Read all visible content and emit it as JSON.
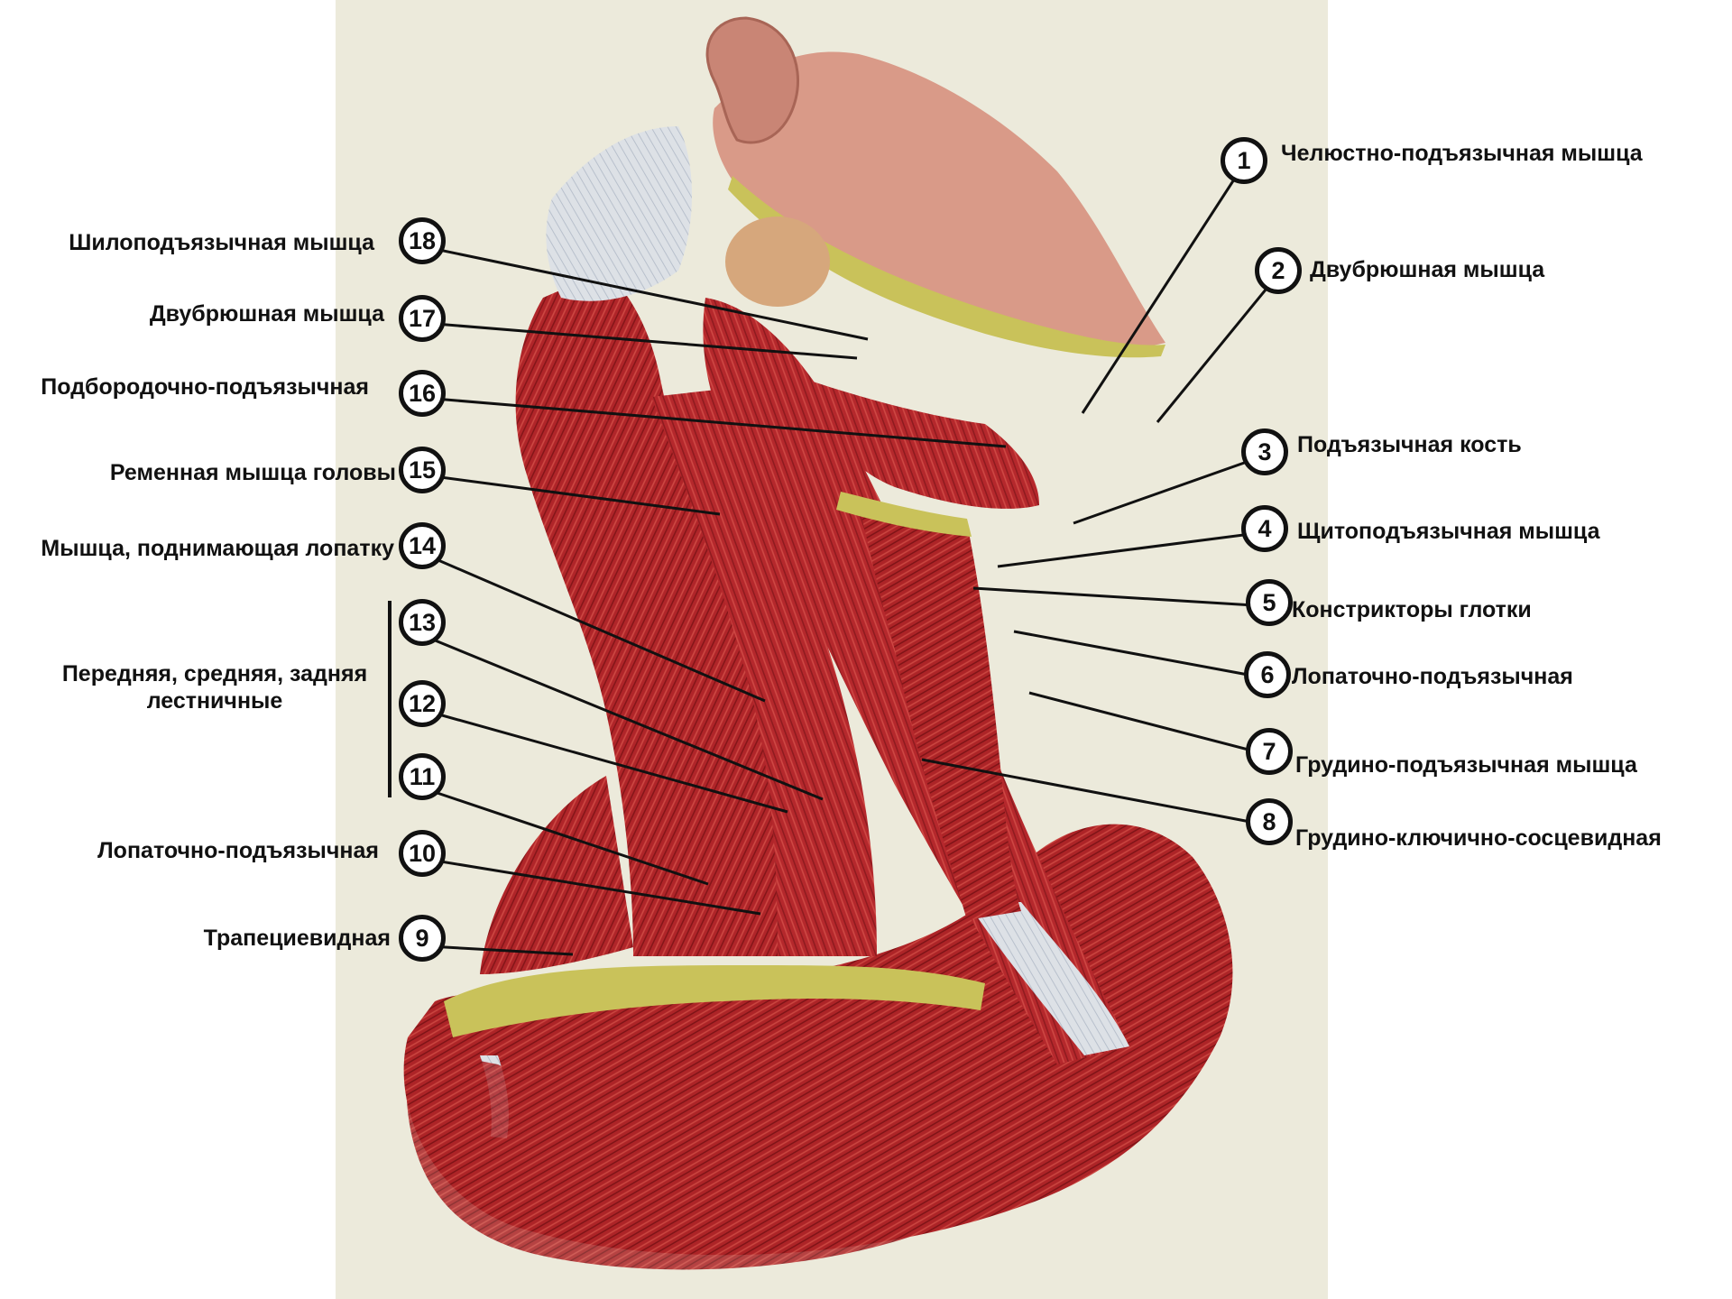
{
  "labels": [
    {
      "num": "1",
      "text": "Челюстно-подъязычная мышца"
    },
    {
      "num": "2",
      "text": "Двубрюшная мышца"
    },
    {
      "num": "3",
      "text": "Подъязычная кость"
    },
    {
      "num": "4",
      "text": "Щитоподъязычная мышца"
    },
    {
      "num": "5",
      "text": "Констрикторы глотки"
    },
    {
      "num": "6",
      "text": "Лопаточно-подъязычная"
    },
    {
      "num": "7",
      "text": "Грудино-подъязычная мышца"
    },
    {
      "num": "8",
      "text": "Грудино-ключично-сосцевидная"
    },
    {
      "num": "9",
      "text": "Трапециевидная"
    },
    {
      "num": "10",
      "text": "Лопаточно-подъязычная"
    },
    {
      "num": "11",
      "text": ""
    },
    {
      "num": "12",
      "text": ""
    },
    {
      "num": "13",
      "text": ""
    },
    {
      "num": "14",
      "text": "Мышца, поднимающая лопатку"
    },
    {
      "num": "15",
      "text": "Ременная мышца головы"
    },
    {
      "num": "16",
      "text": "Подбородочно-подъязычная"
    },
    {
      "num": "17",
      "text": "Двубрюшная мышца"
    },
    {
      "num": "18",
      "text": "Шилоподъязычная мышца"
    }
  ],
  "group_label": "Передняя, средняя, задняя лестничные",
  "colors": {
    "muscle": "#b5282c",
    "muscle_dark": "#7e1518",
    "tendon": "#d9dde3",
    "fat": "#c9c25a",
    "skin": "#d99a88",
    "plate": "#eceadb"
  }
}
